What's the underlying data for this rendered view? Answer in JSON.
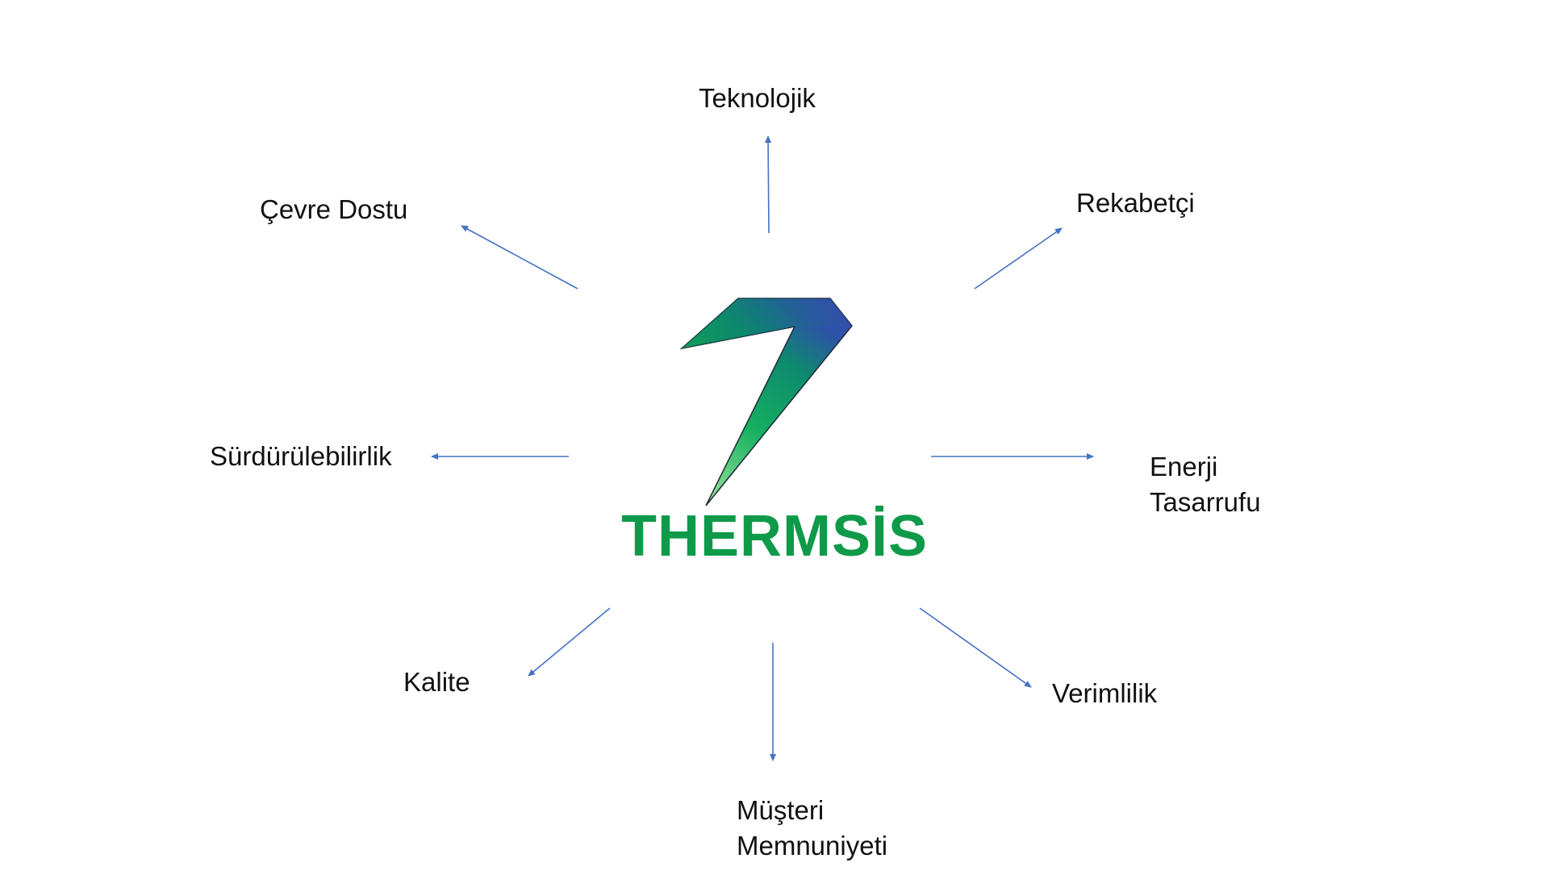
{
  "brand": {
    "name": "THERMSİS",
    "color": "#0f9a4a",
    "logo_icon": "seven-shaped-gradient-mark",
    "logo_gradient": [
      "#9be39a",
      "#16b060",
      "#0d8a6e",
      "#2d52a8",
      "#3a48b0"
    ]
  },
  "arrow_color": "#4472c4",
  "nodes": {
    "top": {
      "lines": [
        "Teknolojik"
      ]
    },
    "top_right": {
      "lines": [
        "Rekabetçi"
      ]
    },
    "right": {
      "lines": [
        "Enerji",
        "Tasarrufu"
      ]
    },
    "bottom_right": {
      "lines": [
        "Verimlilik"
      ]
    },
    "bottom": {
      "lines": [
        "Müşteri",
        "Memnuniyeti"
      ]
    },
    "bottom_left": {
      "lines": [
        "Kalite"
      ]
    },
    "left": {
      "lines": [
        "Sürdürülebilirlik"
      ]
    },
    "top_left": {
      "lines": [
        "Çevre Dostu"
      ]
    }
  }
}
